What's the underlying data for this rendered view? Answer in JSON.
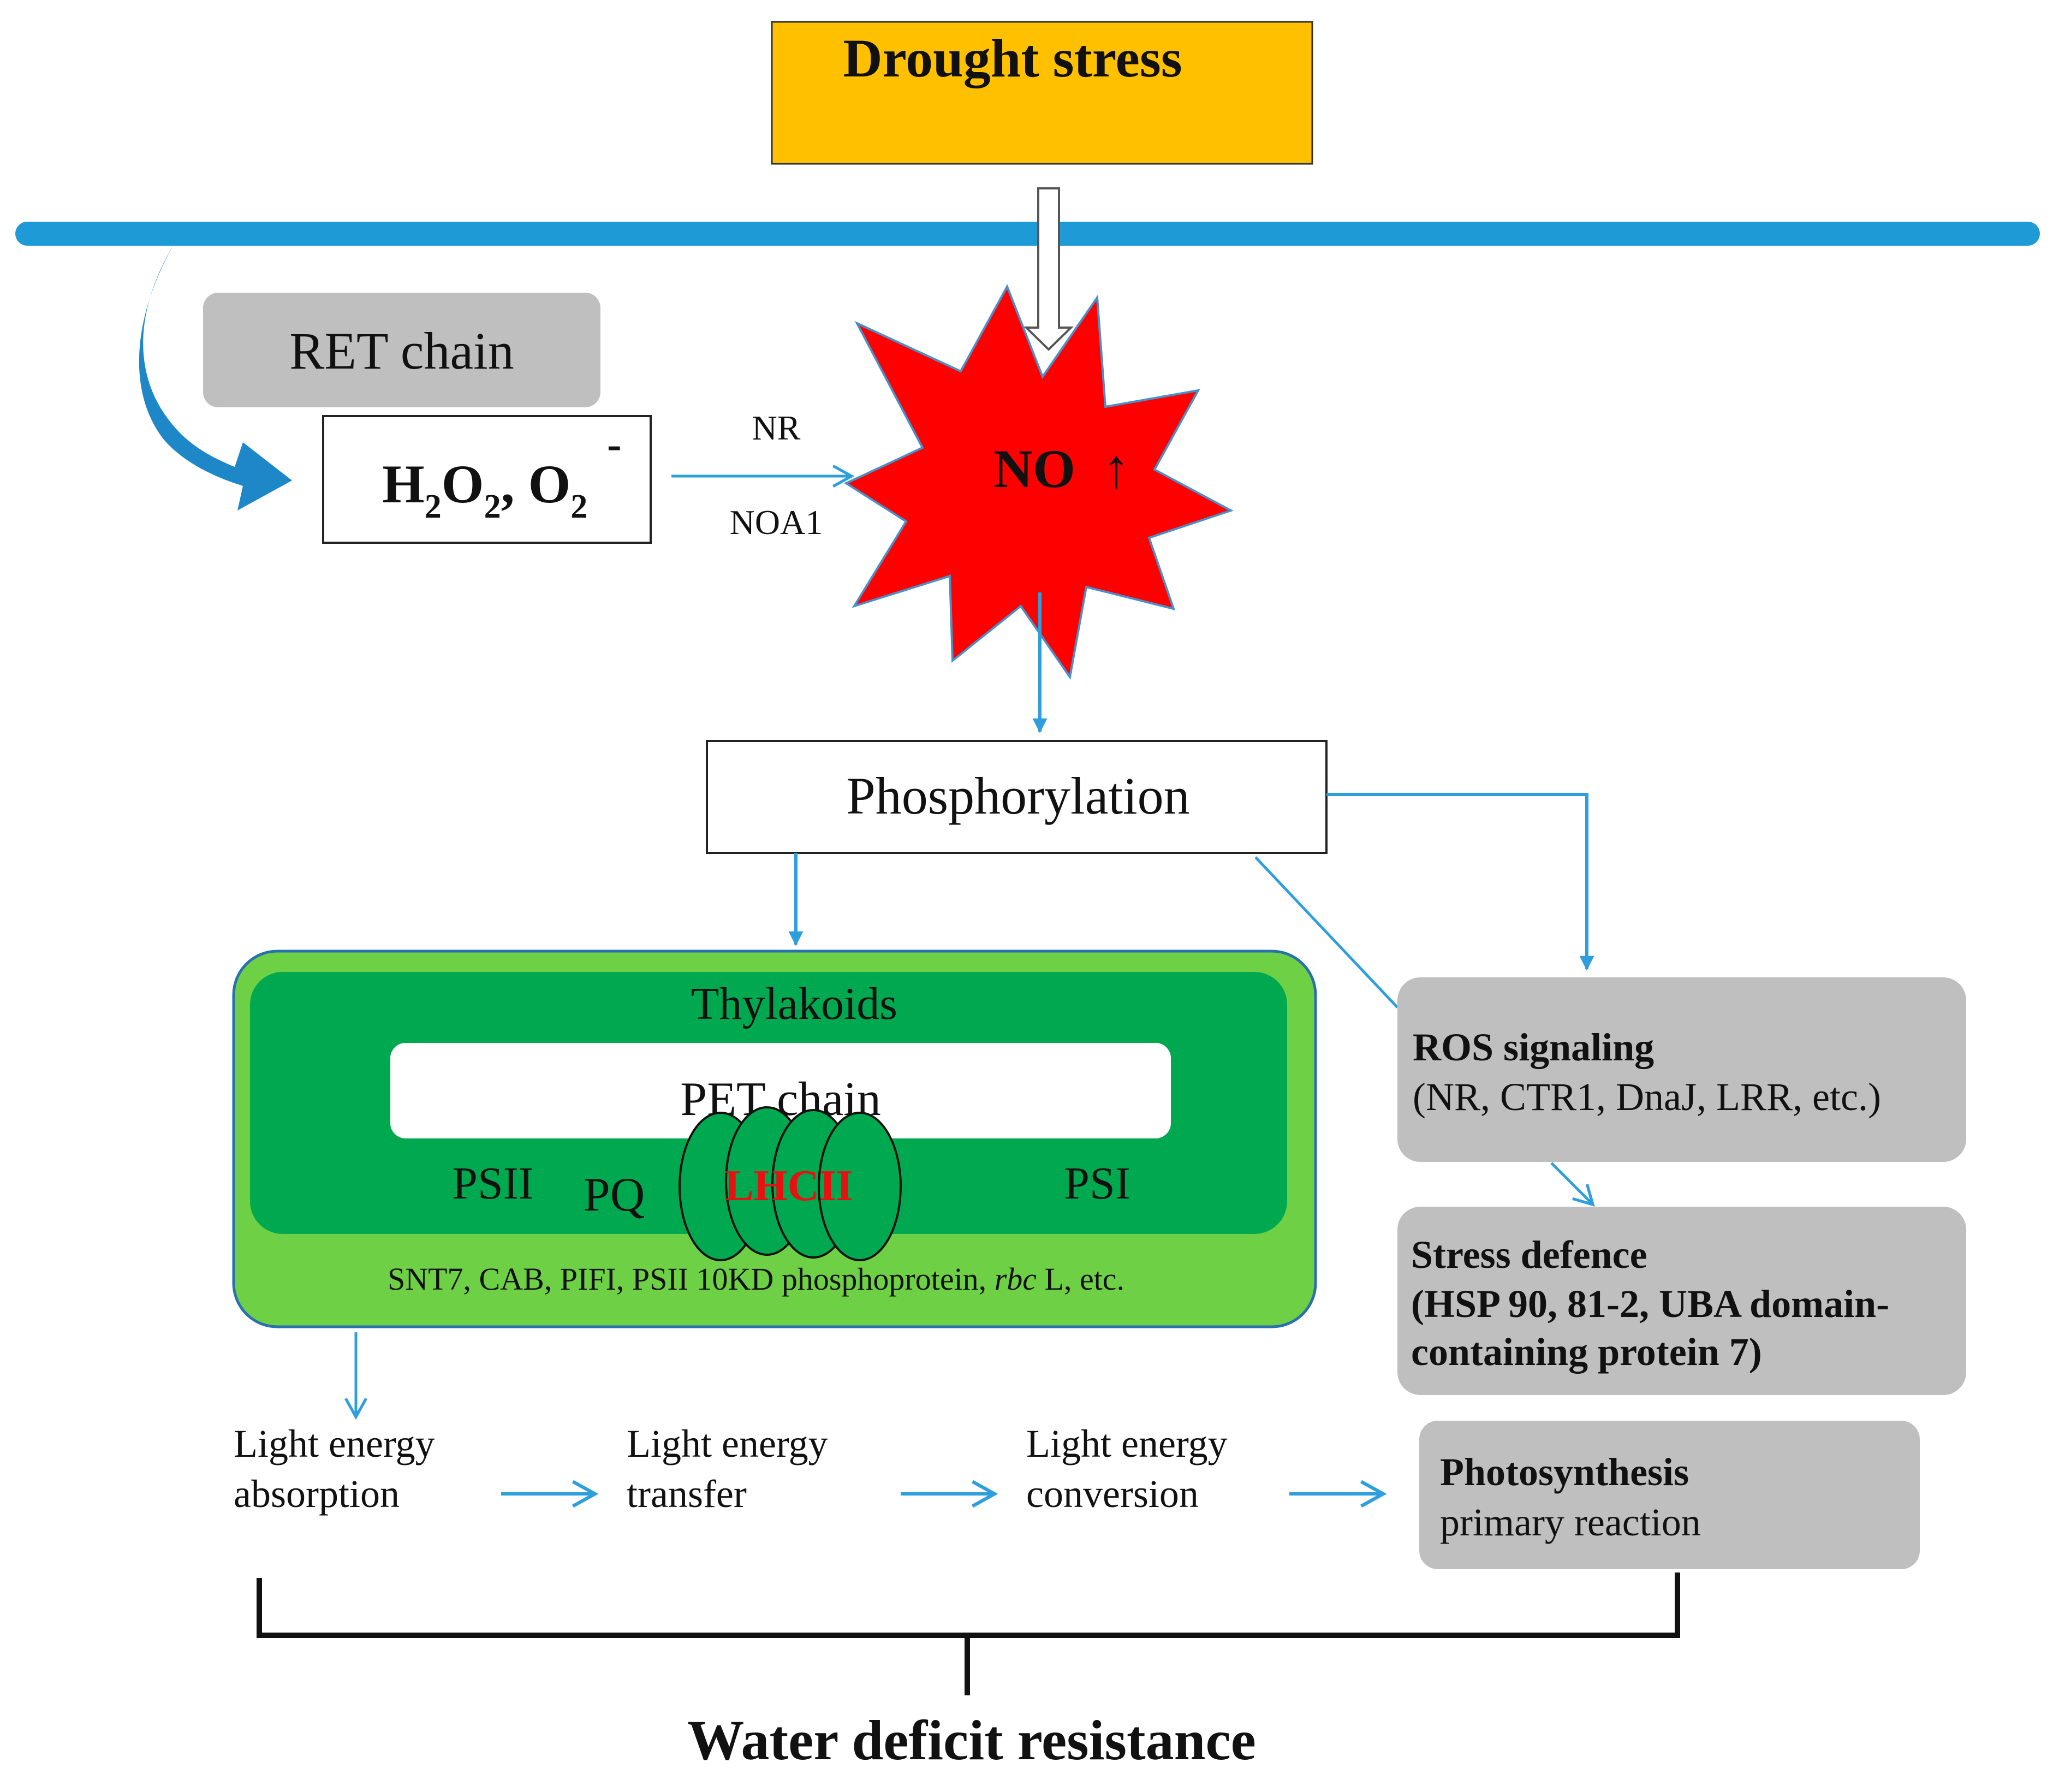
{
  "top": {
    "drought_stress": "Drought stress"
  },
  "ret": {
    "label": "RET chain",
    "ros_h": "H",
    "ros_2a": "2",
    "ros_o": "O",
    "ros_2b": "2",
    "ros_comma": ", O",
    "ros_2c": "2",
    "ros_minus": "-"
  },
  "enzymes": {
    "nr": "NR",
    "noa1": "NOA1"
  },
  "no_burst": {
    "label": "NO",
    "arrow": "↑"
  },
  "phosphorylation": {
    "label": "Phosphorylation"
  },
  "thylakoid": {
    "title": "Thylakoids",
    "pet_chain": "PET chain",
    "psii": "PSII",
    "pq": "PQ",
    "lhcii": "LHCII",
    "psi": "PSI",
    "proteins_a": "SNT7, CAB, PIFI, PSII 10KD phosphoprotein, ",
    "proteins_rbc": "rbc",
    "proteins_b": " L, etc."
  },
  "ros_signaling": {
    "title": "ROS signaling",
    "detail": "(NR, CTR1, DnaJ, LRR, etc.)"
  },
  "stress_defence": {
    "title": "Stress defence",
    "line1": "(HSP 90, 81-2, UBA domain-",
    "line2": "containing protein 7)"
  },
  "energy_steps": {
    "absorption_1": "Light energy",
    "absorption_2": "absorption",
    "transfer_1": "Light energy",
    "transfer_2": "transfer",
    "conversion_1": "Light energy",
    "conversion_2": "conversion"
  },
  "photosynthesis": {
    "title": "Photosynthesis",
    "detail": "primary reaction"
  },
  "result": {
    "label": "Water deficit resistance"
  },
  "colors": {
    "drought_box": "#FFC000",
    "membrane": "#1E9BD7",
    "arrow_blue": "#2E9FDC",
    "grey_box": "#BFBFBF",
    "burst_fill": "#FF0000",
    "burst_stroke": "#4A90C8",
    "thylakoid_outer": "#6ED044",
    "thylakoid_inner": "#00A84F",
    "lhc_fill": "#00A84F",
    "lhc_text": "#E81010"
  }
}
